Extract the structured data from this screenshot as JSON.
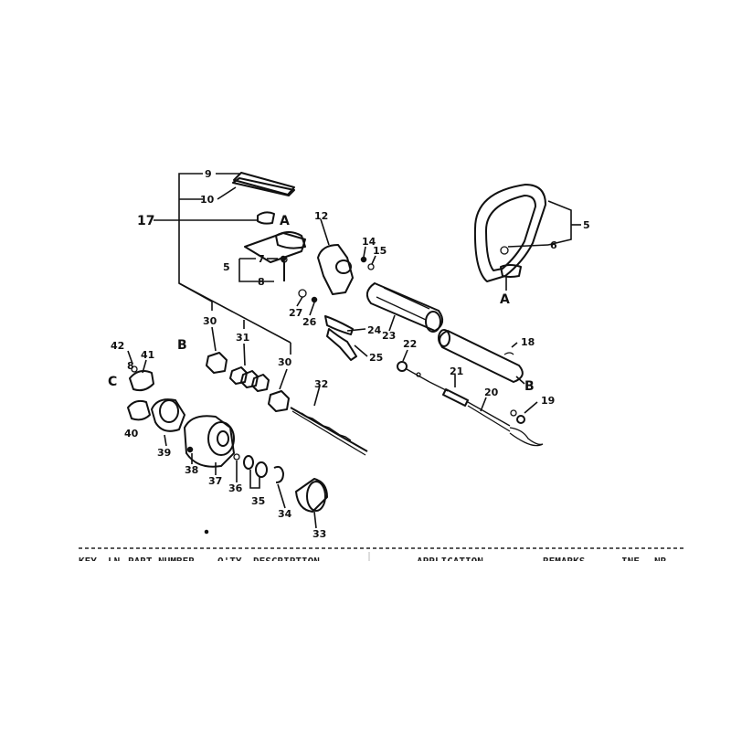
{
  "diagram": {
    "callouts": [
      {
        "id": "c9",
        "text": "9"
      },
      {
        "id": "c10",
        "text": "10"
      },
      {
        "id": "c17",
        "text": "17"
      },
      {
        "id": "cA1",
        "text": "A"
      },
      {
        "id": "c7",
        "text": "7"
      },
      {
        "id": "c5a",
        "text": "5"
      },
      {
        "id": "c8",
        "text": "8"
      },
      {
        "id": "c12",
        "text": "12"
      },
      {
        "id": "c14",
        "text": "14"
      },
      {
        "id": "c15",
        "text": "15"
      },
      {
        "id": "c27",
        "text": "27"
      },
      {
        "id": "c26",
        "text": "26"
      },
      {
        "id": "c24",
        "text": "24"
      },
      {
        "id": "c23",
        "text": "23"
      },
      {
        "id": "c25",
        "text": "25"
      },
      {
        "id": "c5b",
        "text": "5"
      },
      {
        "id": "c6",
        "text": "6"
      },
      {
        "id": "cA2",
        "text": "A"
      },
      {
        "id": "c30a",
        "text": "30"
      },
      {
        "id": "c31",
        "text": "31"
      },
      {
        "id": "c30b",
        "text": "30"
      },
      {
        "id": "cB1",
        "text": "B"
      },
      {
        "id": "c42",
        "text": "42"
      },
      {
        "id": "c8b",
        "text": "8"
      },
      {
        "id": "c41",
        "text": "41"
      },
      {
        "id": "cC",
        "text": "C"
      },
      {
        "id": "c40",
        "text": "40"
      },
      {
        "id": "c39",
        "text": "39"
      },
      {
        "id": "c38",
        "text": "38"
      },
      {
        "id": "c37",
        "text": "37"
      },
      {
        "id": "c36",
        "text": "36"
      },
      {
        "id": "c35",
        "text": "35"
      },
      {
        "id": "c34",
        "text": "34"
      },
      {
        "id": "c33",
        "text": "33"
      },
      {
        "id": "c32",
        "text": "32"
      },
      {
        "id": "c22",
        "text": "22"
      },
      {
        "id": "c21",
        "text": "21"
      },
      {
        "id": "c20",
        "text": "20"
      },
      {
        "id": "c19",
        "text": "19"
      },
      {
        "id": "c18",
        "text": "18"
      },
      {
        "id": "cB2",
        "text": "B"
      }
    ]
  },
  "parts_list_header": {
    "col_key": "KEY",
    "col_ln": "LN",
    "col_part_number": "PART NUMBER",
    "col_qty": "Q'TY",
    "col_description": "DESCRIPTION",
    "col_application": "APPLICATION",
    "col_remarks": "REMARKS",
    "col_inf": "INF",
    "col_nr": "NR"
  }
}
